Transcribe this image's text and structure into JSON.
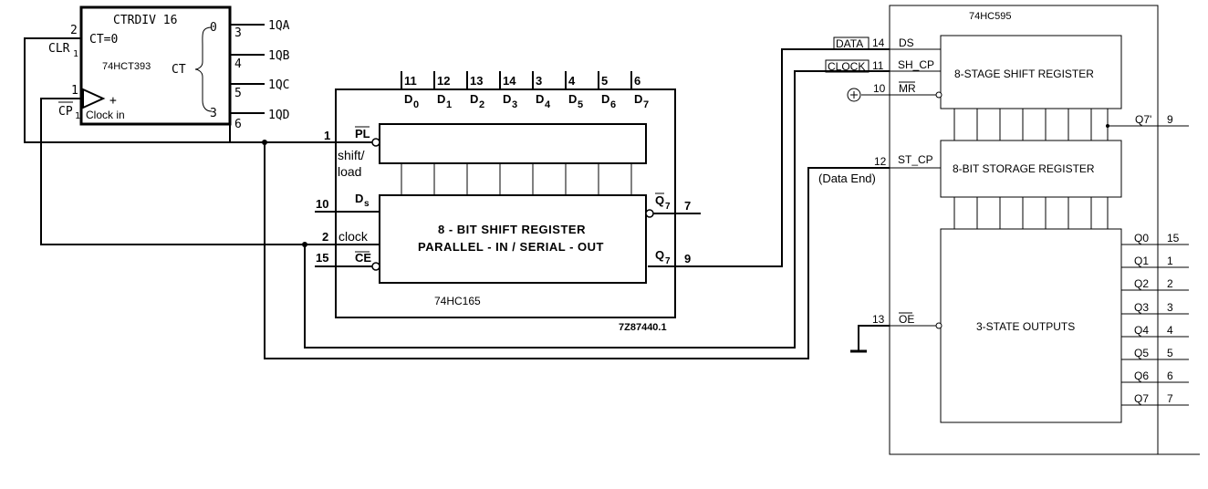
{
  "counter": {
    "title": "CTRDIV  16",
    "ct0": "CT=0",
    "part": "74HCT393",
    "ct": "CT",
    "q0": "0",
    "q3": "3",
    "clr": "CLR",
    "clr_sub": "1",
    "cp": "CP",
    "cp_sub": "1",
    "clock_in": "Clock in",
    "plus": "+",
    "pin_clr": "2",
    "pin_cp": "1",
    "pins_out": [
      "3",
      "4",
      "5",
      "6"
    ],
    "outputs": [
      "1QA",
      "1QB",
      "1QC",
      "1QD"
    ]
  },
  "shift165": {
    "part": "74HC165",
    "code": "7Z87440.1",
    "title_line1": "8 - BIT SHIFT REGISTER",
    "title_line2": "PARALLEL - IN / SERIAL - OUT",
    "data_pins": [
      "11",
      "12",
      "13",
      "14",
      "3",
      "4",
      "5",
      "6"
    ],
    "data_labels": [
      "0",
      "1",
      "2",
      "3",
      "4",
      "5",
      "6",
      "7"
    ],
    "d_letter": "D",
    "pl": "PL",
    "pin_pl": "1",
    "shift_load_1": "shift/",
    "shift_load_2": "load",
    "ds": "D",
    "ds_sub": "s",
    "pin_ds": "10",
    "pin_clk": "2",
    "clock": "clock",
    "ce": "CE",
    "pin_ce": "15",
    "q7bar": "Q",
    "q7bar_sub": "7",
    "pin_q7bar": "7",
    "q7": "Q",
    "q7_sub": "7",
    "pin_q7": "9"
  },
  "reg595": {
    "part": "74HC595",
    "ds_label": "DATA",
    "ds_pin": "14",
    "ds": "DS",
    "clock_label": "CLOCK",
    "shcp_pin": "11",
    "shcp": "SH_CP",
    "mr_pin": "10",
    "mr": "MR",
    "stcp_pin": "12",
    "stcp": "ST_CP",
    "data_end": "(Data End)",
    "oe_pin": "13",
    "oe": "OE",
    "shift_reg": "8-STAGE SHIFT REGISTER",
    "storage_reg": "8-BIT STORAGE REGISTER",
    "outputs_block": "3-STATE OUTPUTS",
    "q7p": "Q7'",
    "q7p_pin": "9",
    "outputs": [
      "Q0",
      "Q1",
      "Q2",
      "Q3",
      "Q4",
      "Q5",
      "Q6",
      "Q7"
    ],
    "output_pins": [
      "15",
      "1",
      "2",
      "3",
      "4",
      "5",
      "6",
      "7"
    ]
  }
}
